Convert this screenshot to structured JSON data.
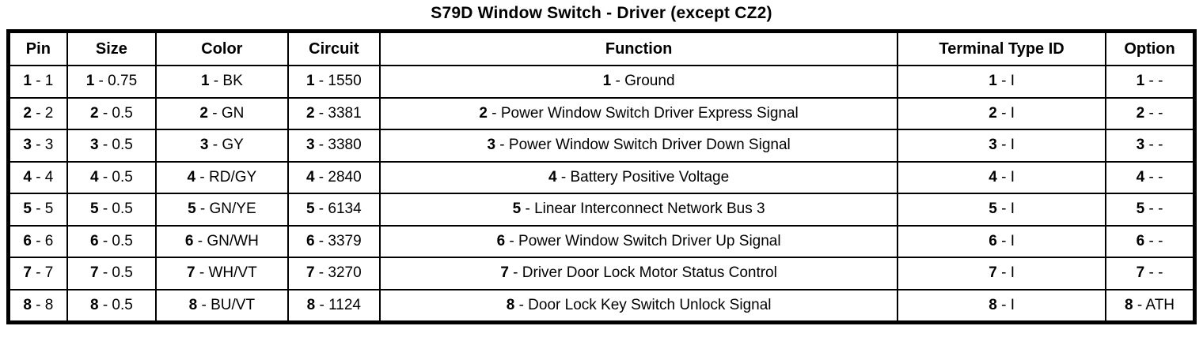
{
  "title": "S79D Window Switch - Driver (except CZ2)",
  "table": {
    "headers": [
      "Pin",
      "Size",
      "Color",
      "Circuit",
      "Function",
      "Terminal Type ID",
      "Option"
    ],
    "columns": [
      "pin",
      "size",
      "color",
      "circuit",
      "function",
      "terminal-type-id",
      "option"
    ],
    "rows": [
      {
        "cells": [
          {
            "b": "1",
            "r": " - 1"
          },
          {
            "b": "1",
            "r": " - 0.75"
          },
          {
            "b": "1",
            "r": " - BK"
          },
          {
            "b": "1",
            "r": " - 1550"
          },
          {
            "b": "1",
            "r": " - Ground"
          },
          {
            "b": "1",
            "r": " - I"
          },
          {
            "b": "1",
            "r": " - -"
          }
        ]
      },
      {
        "cells": [
          {
            "b": "2",
            "r": " - 2"
          },
          {
            "b": "2",
            "r": " - 0.5"
          },
          {
            "b": "2",
            "r": " - GN"
          },
          {
            "b": "2",
            "r": " - 3381"
          },
          {
            "b": "2",
            "r": " - Power Window Switch Driver Express Signal"
          },
          {
            "b": "2",
            "r": " - I"
          },
          {
            "b": "2",
            "r": " - -"
          }
        ]
      },
      {
        "cells": [
          {
            "b": "3",
            "r": " - 3"
          },
          {
            "b": "3",
            "r": " - 0.5"
          },
          {
            "b": "3",
            "r": " - GY"
          },
          {
            "b": "3",
            "r": " - 3380"
          },
          {
            "b": "3",
            "r": " - Power Window Switch Driver Down Signal"
          },
          {
            "b": "3",
            "r": " - I"
          },
          {
            "b": "3",
            "r": " - -"
          }
        ]
      },
      {
        "cells": [
          {
            "b": "4",
            "r": " - 4"
          },
          {
            "b": "4",
            "r": " - 0.5"
          },
          {
            "b": "4",
            "r": " - RD/GY"
          },
          {
            "b": "4",
            "r": " - 2840"
          },
          {
            "b": "4",
            "r": " - Battery Positive Voltage"
          },
          {
            "b": "4",
            "r": " - I"
          },
          {
            "b": "4",
            "r": " - -"
          }
        ]
      },
      {
        "cells": [
          {
            "b": "5",
            "r": " - 5"
          },
          {
            "b": "5",
            "r": " - 0.5"
          },
          {
            "b": "5",
            "r": " - GN/YE"
          },
          {
            "b": "5",
            "r": " - 6134"
          },
          {
            "b": "5",
            "r": " - Linear Interconnect Network Bus 3"
          },
          {
            "b": "5",
            "r": " - I"
          },
          {
            "b": "5",
            "r": " - -"
          }
        ]
      },
      {
        "cells": [
          {
            "b": "6",
            "r": " - 6"
          },
          {
            "b": "6",
            "r": " - 0.5"
          },
          {
            "b": "6",
            "r": " - GN/WH"
          },
          {
            "b": "6",
            "r": " - 3379"
          },
          {
            "b": "6",
            "r": " - Power Window Switch Driver Up Signal"
          },
          {
            "b": "6",
            "r": " - I"
          },
          {
            "b": "6",
            "r": " - -"
          }
        ]
      },
      {
        "cells": [
          {
            "b": "7",
            "r": " - 7"
          },
          {
            "b": "7",
            "r": " - 0.5"
          },
          {
            "b": "7",
            "r": " - WH/VT"
          },
          {
            "b": "7",
            "r": " - 3270"
          },
          {
            "b": "7",
            "r": " - Driver Door Lock Motor Status Control"
          },
          {
            "b": "7",
            "r": " - I"
          },
          {
            "b": "7",
            "r": " - -"
          }
        ]
      },
      {
        "cells": [
          {
            "b": "8",
            "r": " - 8"
          },
          {
            "b": "8",
            "r": " - 0.5"
          },
          {
            "b": "8",
            "r": " - BU/VT"
          },
          {
            "b": "8",
            "r": " - 1124"
          },
          {
            "b": "8",
            "r": " - Door Lock Key Switch Unlock Signal"
          },
          {
            "b": "8",
            "r": " - I"
          },
          {
            "b": "8",
            "r": " - ATH"
          }
        ]
      }
    ]
  }
}
